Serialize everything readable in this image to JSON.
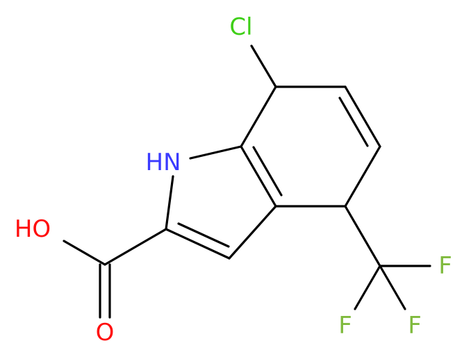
{
  "molecule": {
    "atoms": {
      "cl": {
        "text": "Cl",
        "color": "#3ecf17"
      },
      "nh": {
        "text": "HN",
        "color": "#3a3aff"
      },
      "oh": {
        "text": "HO",
        "color": "#ff0d0d"
      },
      "o": {
        "text": "O",
        "color": "#ff0d0d"
      },
      "f1": {
        "text": "F",
        "color": "#7fba3d"
      },
      "f2": {
        "text": "F",
        "color": "#7fba3d"
      },
      "f3": {
        "text": "F",
        "color": "#7fba3d"
      }
    },
    "bond_color": "#000000"
  }
}
